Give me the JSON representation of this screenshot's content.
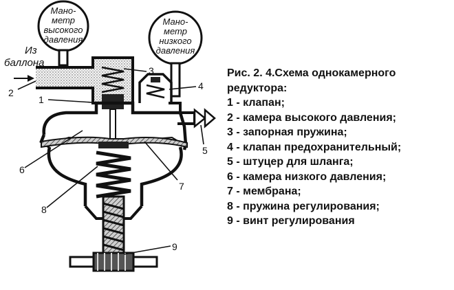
{
  "gauge_high": {
    "line1": "Мано-",
    "line2": "метр",
    "line3": "высокого",
    "line4": "давления"
  },
  "gauge_low": {
    "line1": "Мано-",
    "line2": "метр",
    "line3": "низкого",
    "line4": "давления"
  },
  "inlet": {
    "line1": "Из",
    "line2": "баллона"
  },
  "callouts": {
    "n1": "1",
    "n2": "2",
    "n3": "3",
    "n4": "4",
    "n5": "5",
    "n6": "6",
    "n7": "7",
    "n8": "8",
    "n9": "9"
  },
  "caption": {
    "title_line1": "Рис. 2. 4.Схема однокамерного",
    "title_line2": "редуктора:",
    "items": [
      "1 - клапан;",
      "2 - камера высокого давления;",
      "3 - запорная пружина;",
      "4 - клапан предохранительный;",
      "5 - штуцер для шланга;",
      "6 - камера низкого давления;",
      "7 - мембрана;",
      "8 - пружина регулирования;",
      "9 - винт регулирования"
    ]
  }
}
